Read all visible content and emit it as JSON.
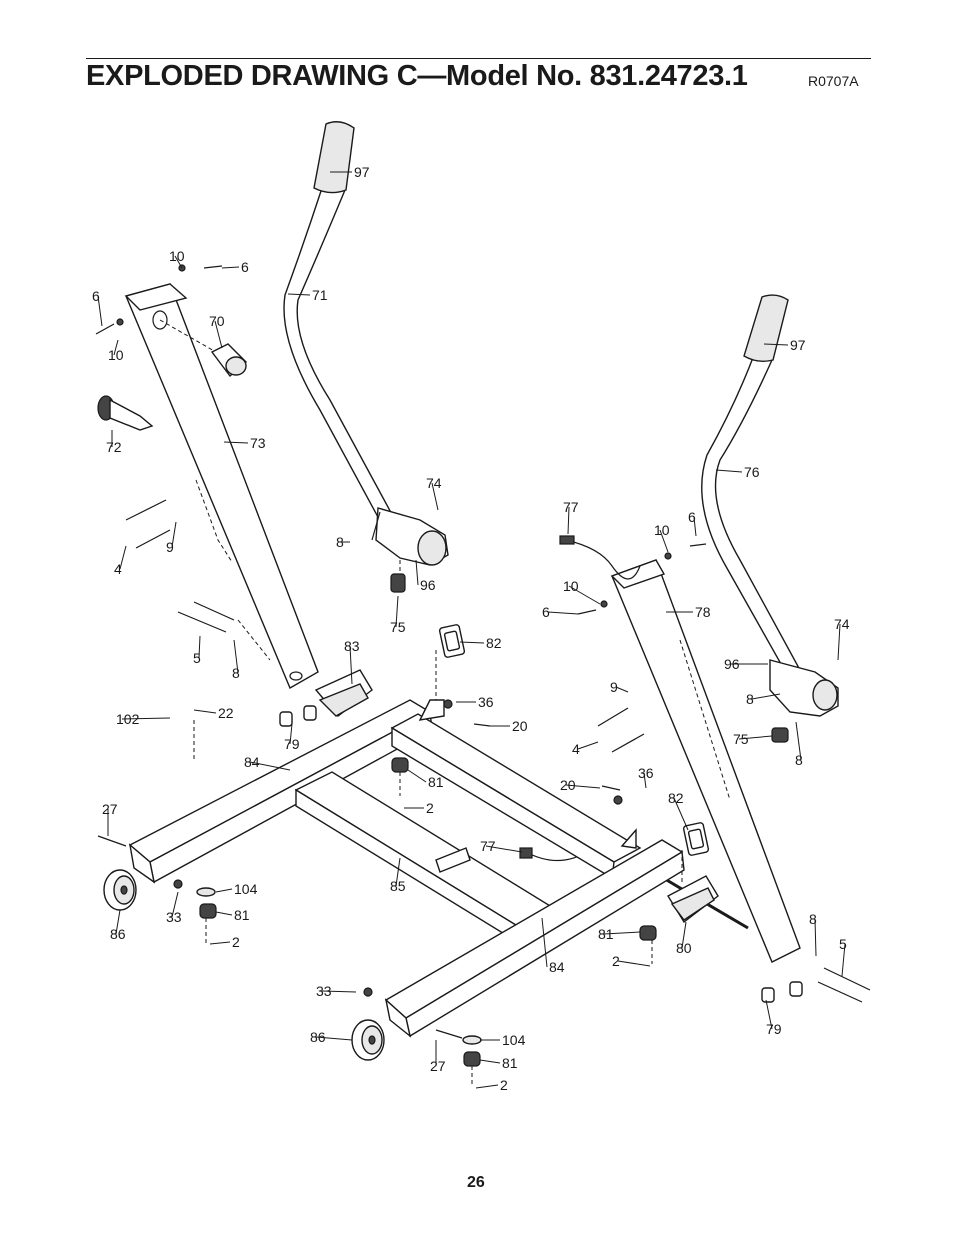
{
  "page": {
    "title": "EXPLODED DRAWING C—Model No. 831.24723.1",
    "drawing_code": "R0707A",
    "page_number": "26"
  },
  "callouts": [
    {
      "label": "97"
    },
    {
      "label": "10"
    },
    {
      "label": "6"
    },
    {
      "label": "6"
    },
    {
      "label": "71"
    },
    {
      "label": "10"
    },
    {
      "label": "70"
    },
    {
      "label": "72"
    },
    {
      "label": "73"
    },
    {
      "label": "97"
    },
    {
      "label": "76"
    },
    {
      "label": "74"
    },
    {
      "label": "77"
    },
    {
      "label": "10"
    },
    {
      "label": "6"
    },
    {
      "label": "9"
    },
    {
      "label": "4"
    },
    {
      "label": "8"
    },
    {
      "label": "96"
    },
    {
      "label": "10"
    },
    {
      "label": "6"
    },
    {
      "label": "78"
    },
    {
      "label": "75"
    },
    {
      "label": "74"
    },
    {
      "label": "5"
    },
    {
      "label": "82"
    },
    {
      "label": "83"
    },
    {
      "label": "8"
    },
    {
      "label": "96"
    },
    {
      "label": "9"
    },
    {
      "label": "36"
    },
    {
      "label": "8"
    },
    {
      "label": "102"
    },
    {
      "label": "22"
    },
    {
      "label": "20"
    },
    {
      "label": "4"
    },
    {
      "label": "79"
    },
    {
      "label": "75"
    },
    {
      "label": "8"
    },
    {
      "label": "84"
    },
    {
      "label": "81"
    },
    {
      "label": "36"
    },
    {
      "label": "20"
    },
    {
      "label": "2"
    },
    {
      "label": "82"
    },
    {
      "label": "27"
    },
    {
      "label": "77"
    },
    {
      "label": "85"
    },
    {
      "label": "104"
    },
    {
      "label": "81"
    },
    {
      "label": "33"
    },
    {
      "label": "86"
    },
    {
      "label": "2"
    },
    {
      "label": "8"
    },
    {
      "label": "5"
    },
    {
      "label": "81"
    },
    {
      "label": "80"
    },
    {
      "label": "2"
    },
    {
      "label": "84"
    },
    {
      "label": "33"
    },
    {
      "label": "79"
    },
    {
      "label": "86"
    },
    {
      "label": "104"
    },
    {
      "label": "27"
    },
    {
      "label": "81"
    },
    {
      "label": "2"
    }
  ]
}
